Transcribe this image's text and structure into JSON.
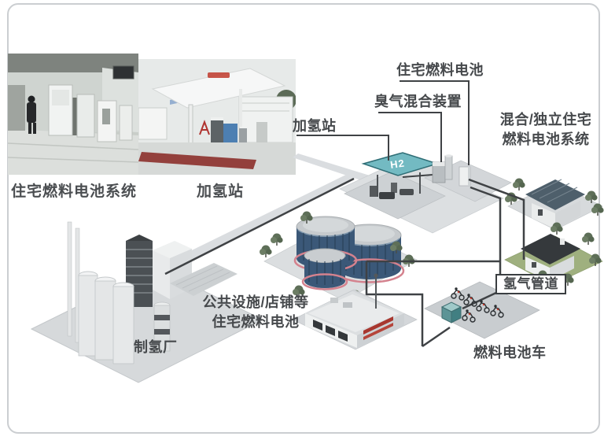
{
  "photos": {
    "indoor": {
      "caption": "住宅燃料电池系统"
    },
    "station": {
      "caption": "加氢站"
    }
  },
  "labels": {
    "residential_fuel_cell": "住宅燃料电池",
    "odorant_mixer": "臭气混合装置",
    "hydrogen_station": "加氢站",
    "hybrid_line1": "混合/独立住宅",
    "hybrid_line2": "燃料电池系统",
    "pipeline": "氢气管道",
    "public_line1": "公共设施/店铺等",
    "public_line2": "住宅燃料电池",
    "plant": "制氢厂",
    "vehicles": "燃料电池车",
    "station_sign": "H2"
  },
  "colors": {
    "pipe": "#3f4245",
    "label_text": "#46494c",
    "frame_border": "#cbced1",
    "facility_glass_blue": "#3b5878",
    "base_ring_pink": "#d4828e",
    "shop_sign_red": "#a8372f",
    "canopy_teal": "#73bac2",
    "lawn_green": "#9fb07f",
    "tree_green": "#5e6f58",
    "platform_gray": "#d9dcde"
  }
}
